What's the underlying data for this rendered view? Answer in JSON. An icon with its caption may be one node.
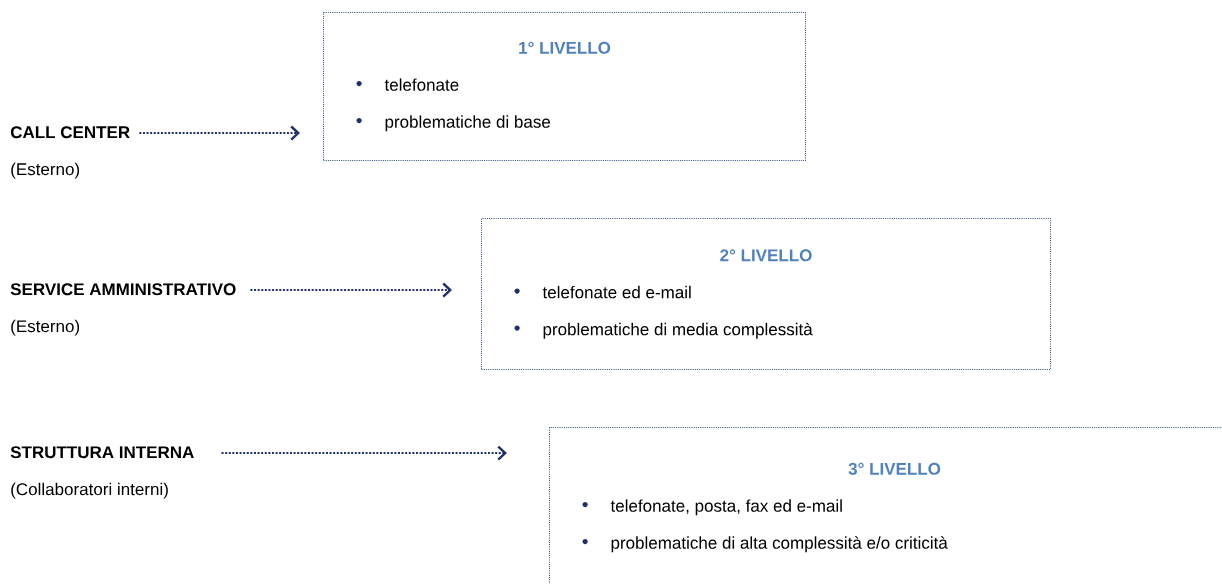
{
  "diagram": {
    "nodes": [
      {
        "text": [
          "CALL CENTER",
          "(Esterno)"
        ]
      },
      {
        "text": [
          "1° LIVELLO",
          "telefonate",
          "problematiche di base"
        ]
      },
      {
        "text": [
          "SERVICE AMMINISTRATIVO",
          "(Esterno)"
        ]
      },
      {
        "text": [
          "2° LIVELLO",
          "telefonate ed e-mail",
          "problematiche di media complessità"
        ]
      },
      {
        "text": [
          "STRUTTURA INTERNA",
          "(Collaboratori interni)"
        ]
      },
      {
        "text": [
          "3° LIVELLO",
          "telefonate, posta, fax ed e-mail",
          "problematiche di alta complessità e/o criticità"
        ]
      }
    ],
    "edges": [
      {
        "from": 0,
        "to": 1,
        "arrow": "to",
        "style": "dashed"
      },
      {
        "from": 2,
        "to": 3,
        "arrow": "to",
        "style": "dashed"
      },
      {
        "from": 4,
        "to": 5,
        "arrow": "to",
        "style": "dashed"
      }
    ]
  }
}
